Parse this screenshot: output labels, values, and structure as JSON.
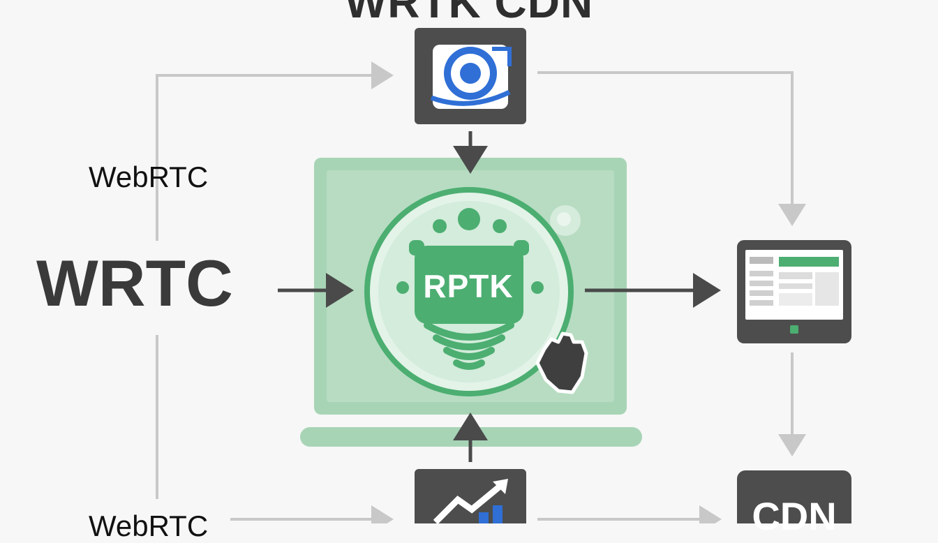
{
  "diagram": {
    "title": "WRTK CDN",
    "left_labels": {
      "top": "WebRTC",
      "big": "WRTC",
      "bottom": "WebRTC"
    },
    "center_node": {
      "label": "RPTK"
    },
    "bottom_right_node": {
      "label": "CDN"
    },
    "icons": {
      "top_node": "target-camera-icon",
      "center_node": "router-signal-icon",
      "right_node": "display-monitor-icon",
      "bottom_center_node": "growth-chart-icon",
      "hand": "hand-icon"
    },
    "colors": {
      "dark_box": "#4d4d4d",
      "green_panel": "#a8d4b6",
      "green_accent": "#4cae71",
      "arrow_dark": "#4a4a4a",
      "arrow_light": "#c8c8c8",
      "blue_accent": "#2f6fd6"
    }
  }
}
